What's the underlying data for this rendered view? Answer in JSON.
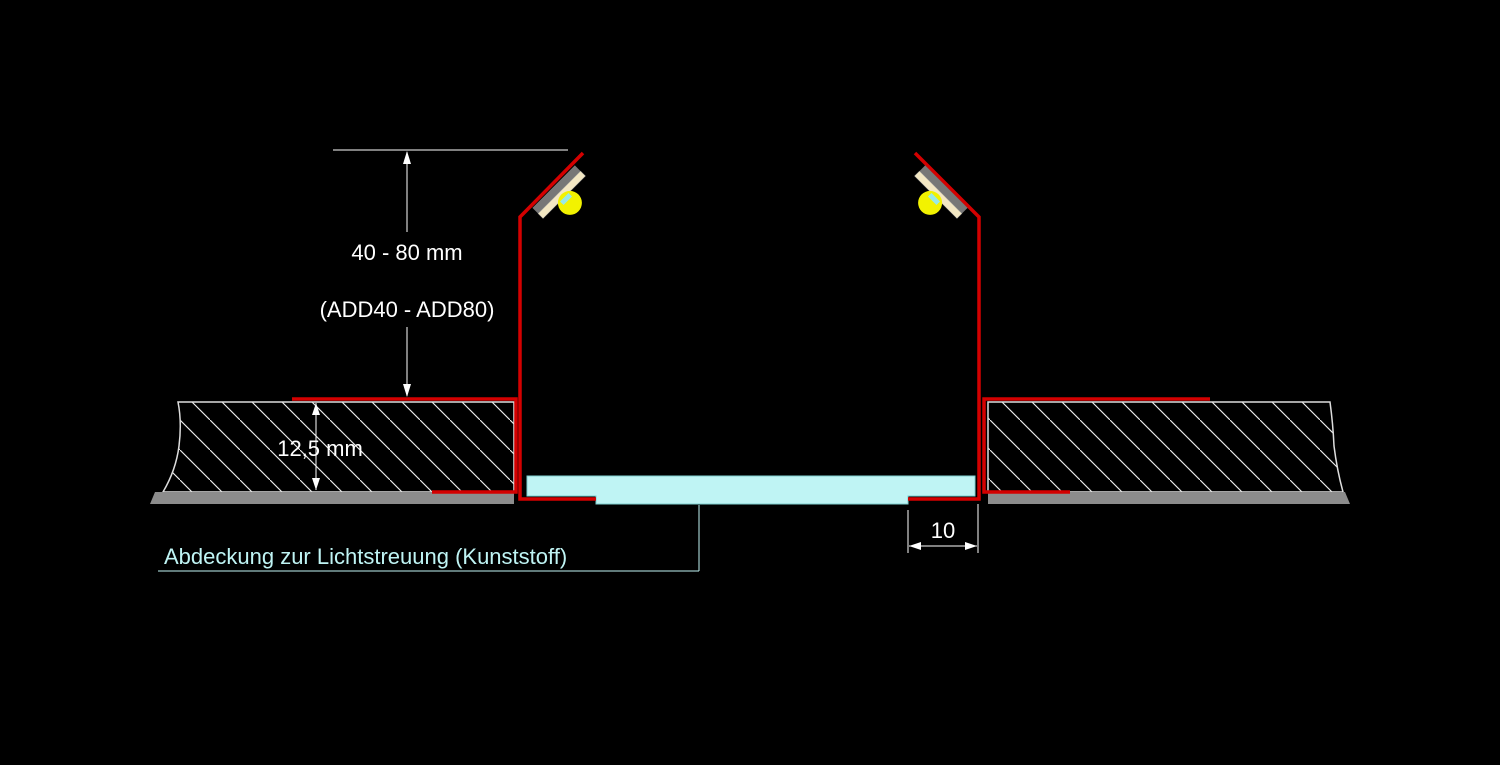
{
  "dimensions": {
    "height_range": "40 - 80 mm",
    "model_range": "(ADD40 - ADD80)",
    "board_thickness": "12,5 mm",
    "lip_width": "10"
  },
  "callout": {
    "cover_label": "Abdeckung zur Lichtstreuung (Kunststoff)"
  },
  "colors": {
    "background": "#000000",
    "profile": "#d40000",
    "diffuser": "#bff4f4",
    "board_outline": "#dddddd",
    "plaster_strip": "#8c8c8c",
    "dimension_lines": "#ffffff",
    "led_lens": "#f2f200"
  }
}
